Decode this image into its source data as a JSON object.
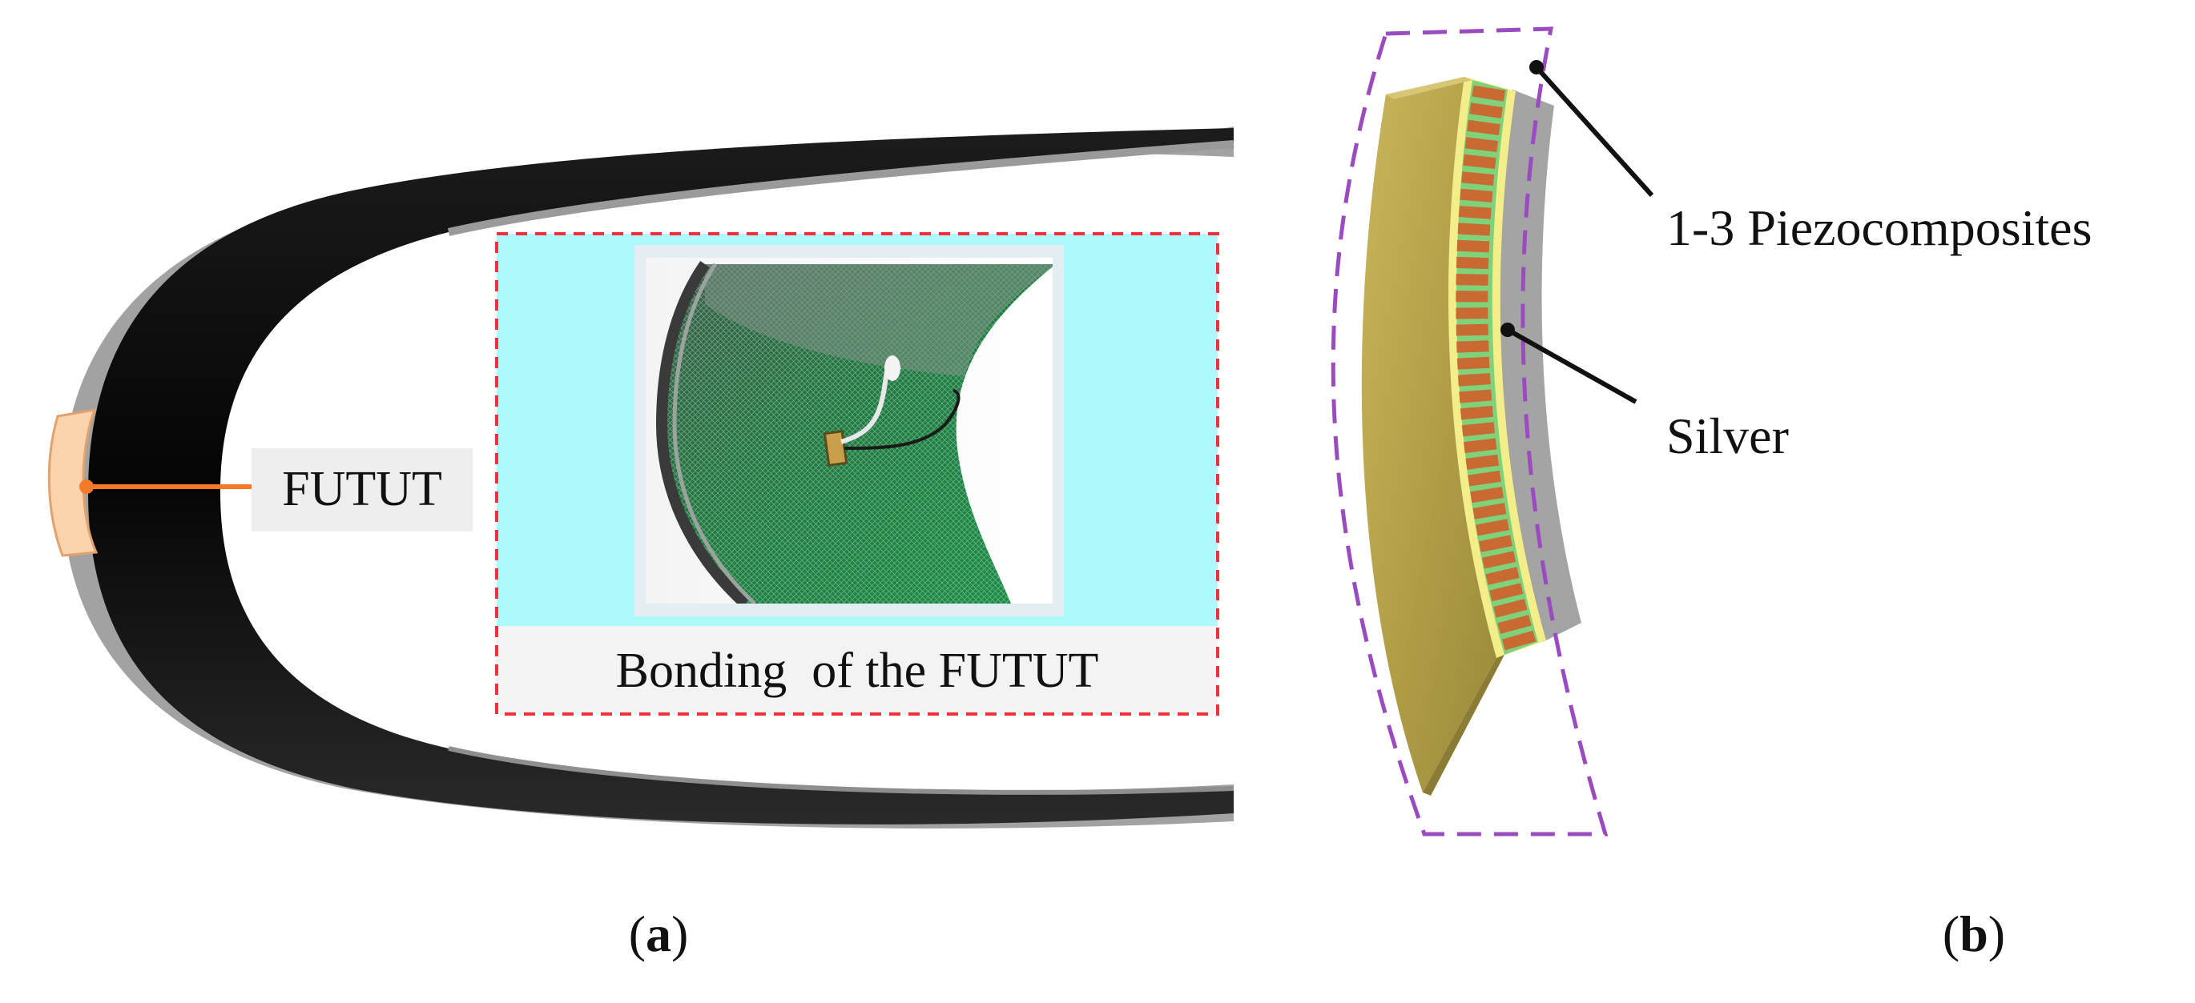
{
  "panel_a": {
    "futut_label": "FUTUT",
    "inset_caption": "Bonding  of the FUTUT",
    "label_open": "(",
    "label_letter": "a",
    "label_close": ")"
  },
  "panel_b": {
    "piezo_label": "1-3 Piezocomposites",
    "silver_label": "Silver",
    "label_open": "(",
    "label_letter": "b",
    "label_close": ")"
  },
  "colors": {
    "airfoil_outer": "#a2a2a2",
    "airfoil_black": "#111111",
    "sensor_patch": "#fbd3ad",
    "sensor_leader": "#f47a2a",
    "label_box_bg": "#eeeeee",
    "inset_dashed_border": "#f0303a",
    "inset_cyan": "#adf9fb",
    "photo_green": "#1e7f42",
    "backing_olive": "#b7a24a",
    "piezo_green": "#7fd17a",
    "piezo_rod": "#c96a32",
    "electrode_yellow": "#f4ee8a",
    "silver_layer": "#a4a4a4",
    "envelope_dashed": "#9b4bc0"
  }
}
